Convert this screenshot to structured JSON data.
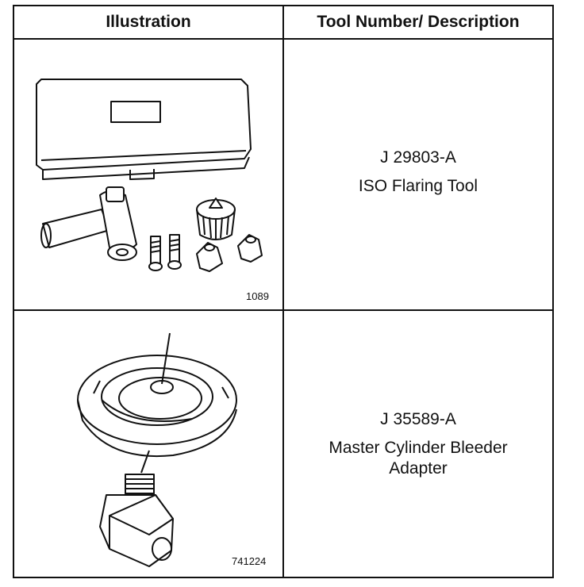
{
  "table": {
    "headers": {
      "illustration": "Illustration",
      "tool_description": "Tool Number/ Description"
    },
    "rows": [
      {
        "tool_number": "J 29803-A",
        "description_lines": [
          "ISO Flaring Tool"
        ],
        "figure_number": "1089"
      },
      {
        "tool_number": "J 35589-A",
        "description_lines": [
          "Master Cylinder Bleeder",
          "Adapter"
        ],
        "figure_number": "741224"
      }
    ]
  }
}
